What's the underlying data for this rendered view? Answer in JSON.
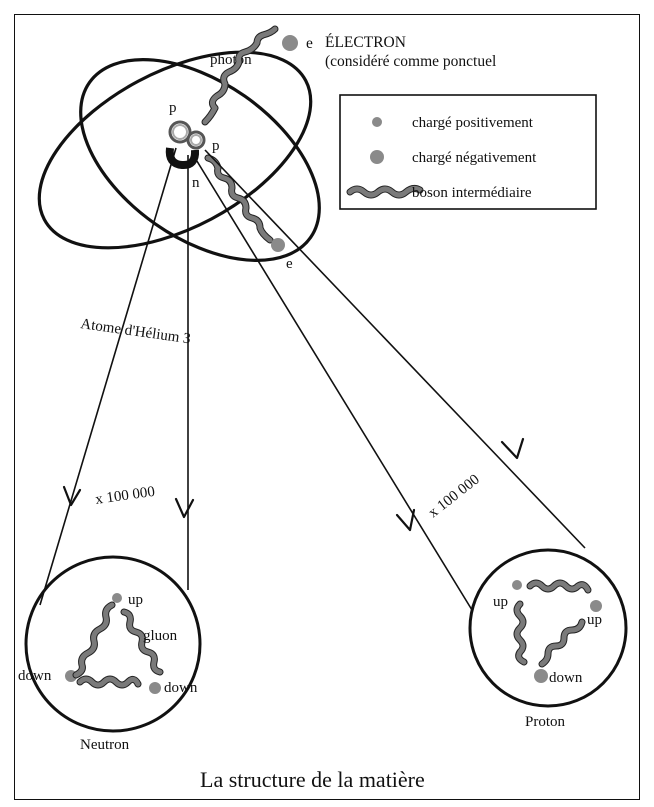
{
  "diagram": {
    "electron_top": {
      "symbol": "e",
      "title": "ÉLECTRON",
      "note": "(considéré comme ponctuel"
    },
    "electron_bottom": {
      "symbol": "e"
    },
    "photon_label": "photon",
    "proton_label_1": "p",
    "proton_label_2": "p",
    "neutron_label": "n",
    "atom_label": "Atome d'Hélium 3",
    "magnification_left": "x 100 000",
    "magnification_right": "x 100 000",
    "legend": {
      "items": [
        {
          "label": "chargé positivement",
          "color": "#8a8a8a"
        },
        {
          "label": "chargé négativement",
          "color": "#8a8a8a"
        },
        {
          "label": "boson intermédiaire",
          "color": "#7a7a7a"
        }
      ]
    },
    "neutron": {
      "name": "Neutron",
      "quark_top": "up",
      "gluon": "gluon",
      "quark_left": "down",
      "quark_right": "down"
    },
    "proton": {
      "name": "Proton",
      "quark_left": "up",
      "quark_right": "up",
      "quark_bottom": "down"
    },
    "caption": "La structure de la matière"
  }
}
